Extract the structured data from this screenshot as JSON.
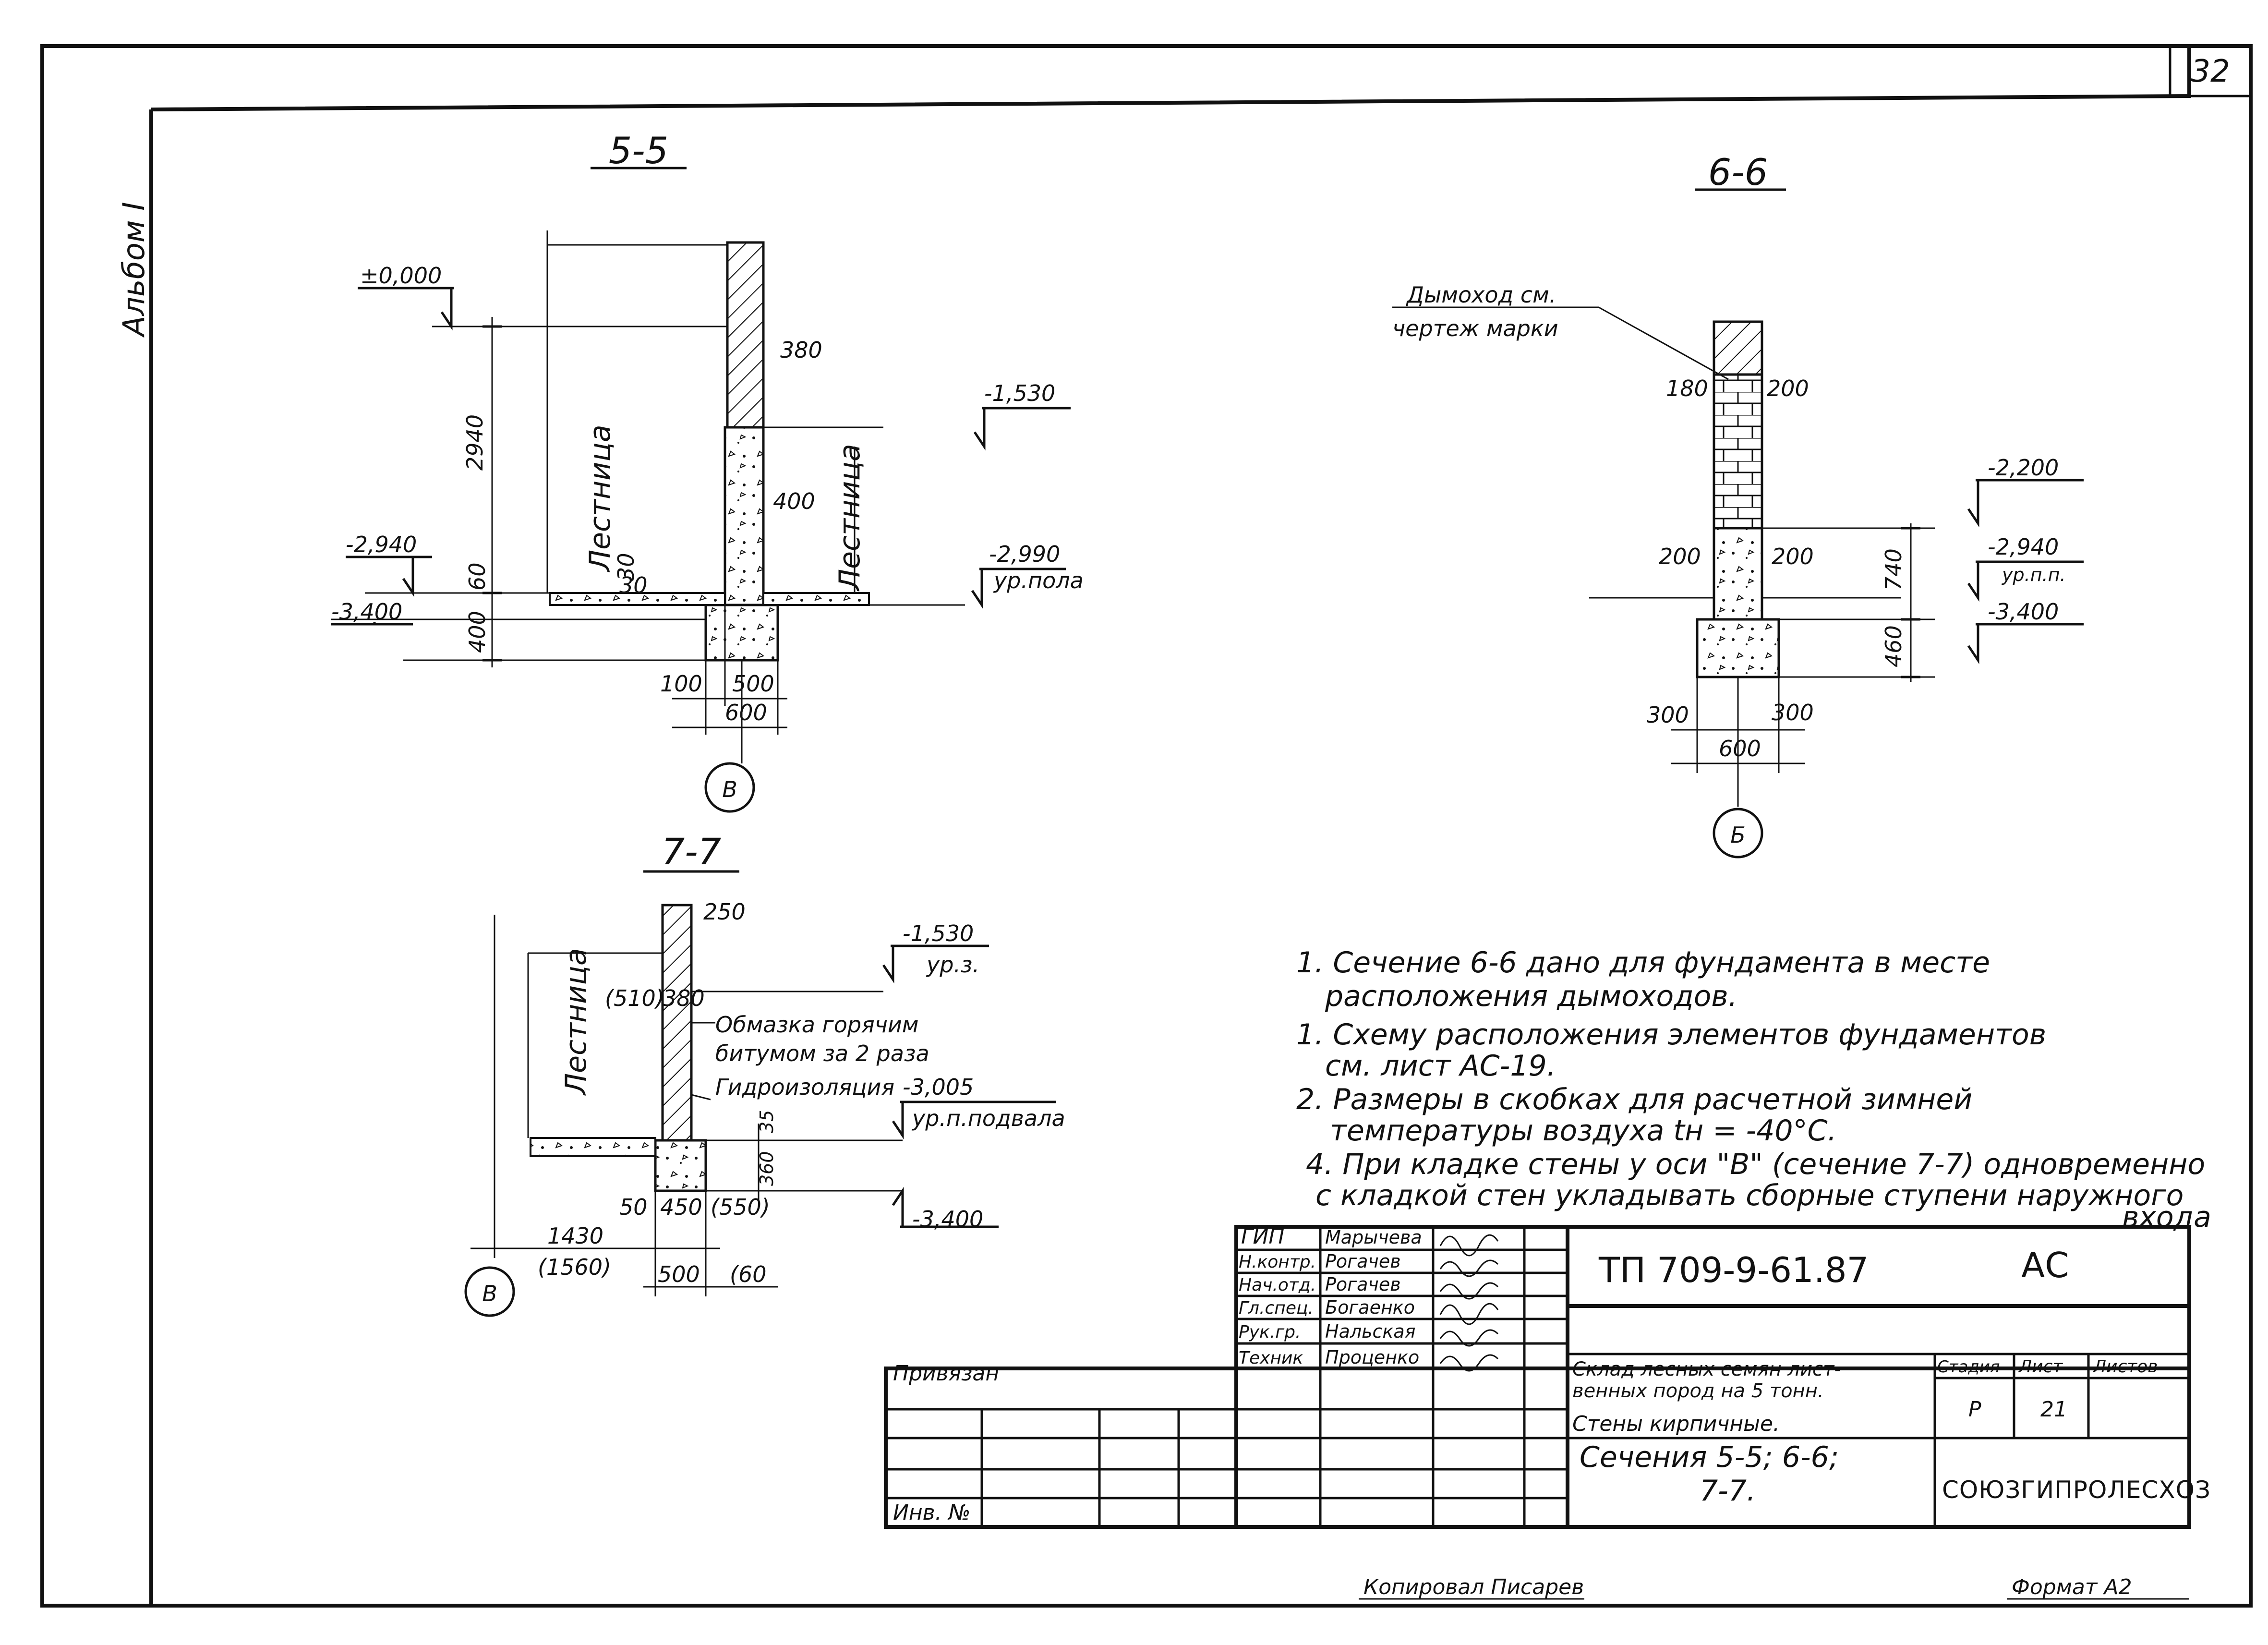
{
  "sheet": {
    "page_number": "32",
    "album_label": "Альбом I",
    "footer_left": "Копировал Писарев",
    "footer_right": "Формат А2"
  },
  "sections": {
    "s55": {
      "title": "5-5",
      "axis": "В",
      "stair_left": "Лестница",
      "stair_right": "Лестница",
      "levels": [
        "±0,000",
        "-2,940",
        "-3,400",
        "-1,530",
        "-2,990"
      ],
      "floor_level_label": "ур.пола",
      "dims": [
        "2940",
        "380",
        "400",
        "60",
        "400",
        "30",
        "30",
        "100",
        "500",
        "600"
      ]
    },
    "s66": {
      "title": "6-6",
      "axis": "Б",
      "flue_label_line1": "Дымоход см.",
      "flue_label_line2": "чертеж марки",
      "levels": [
        "-2,200",
        "-2,940",
        "-3,400"
      ],
      "floor_level_label": "ур.п.п.",
      "dims": [
        "180",
        "200",
        "200",
        "200",
        "740",
        "460",
        "300",
        "300",
        "600"
      ]
    },
    "s77": {
      "title": "7-7",
      "axis": "В",
      "stair_label": "Лестница",
      "levels": [
        "-1,530",
        "-3,005",
        "-3,400"
      ],
      "ground_label": "ур.з.",
      "floor_label": "ур.п.подвала",
      "coating_line1": "Обмазка горячим",
      "coating_line2": "битумом за 2 раза",
      "waterproofing": "Гидроизоляция",
      "dims": [
        "250",
        "(510)",
        "380",
        "35",
        "360",
        "50",
        "450",
        "(550)",
        "1430",
        "(1560)",
        "500",
        "(60"
      ]
    }
  },
  "notes": [
    "1. Сечение 6-6 дано для фундамента в месте",
    "расположения дымоходов.",
    "1. Схему расположения элементов фундаментов",
    "см. лист АС-19.",
    "2. Размеры в скобках для расчетной зимней",
    "температуры воздуха tн = -40°С.",
    "4. При кладке стены у оси \"В\" (сечение 7-7) одновременно",
    "с кладкой стен укладывать сборные ступени наружного",
    "входа"
  ],
  "title_block": {
    "project_code": "ТП 709-9-61.87",
    "set_mark": "АС",
    "bound_label": "Привязан",
    "inv_label": "Инв. №",
    "roles": [
      {
        "role": "ГИП",
        "name": "Марычева"
      },
      {
        "role": "Н.контр.",
        "name": "Рогачев"
      },
      {
        "role": "Нач.отд.",
        "name": "Рогачев"
      },
      {
        "role": "Гл.спец.",
        "name": "Богаенко"
      },
      {
        "role": "Рук.гр.",
        "name": "Нальская"
      },
      {
        "role": "Техник",
        "name": "Проценко"
      }
    ],
    "object_line1": "Склад лесных семян лист-",
    "object_line2": "венных пород на 5 тонн.",
    "sheet_subject": "Стены кирпичные.",
    "sheet_name_line1": "Сечения 5-5; 6-6;",
    "sheet_name_line2": "7-7.",
    "stage_header": "Стадия",
    "sheet_header": "Лист",
    "sheets_header": "Листов",
    "stage": "Р",
    "sheet_no": "21",
    "organization": "СОЮЗГИПРОЛЕСХОЗ"
  }
}
